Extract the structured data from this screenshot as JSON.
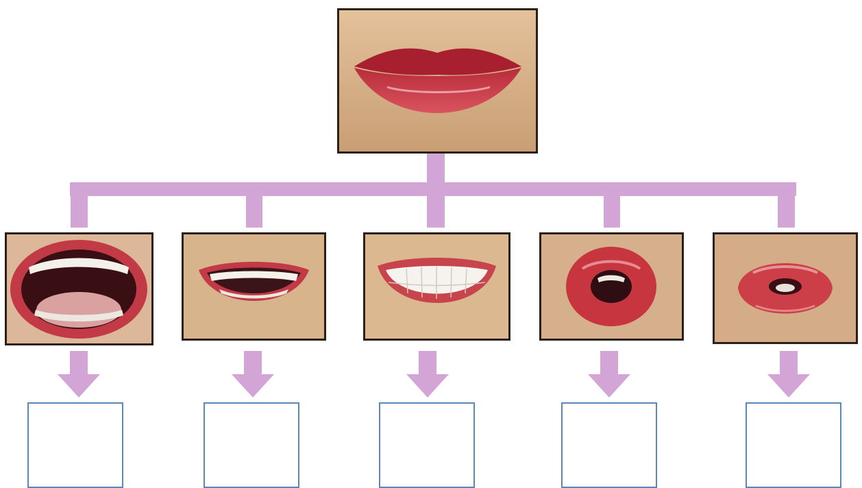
{
  "diagram": {
    "connector_color": "#d3a4d6",
    "frame_color": "#2b1f16",
    "box_border_color": "#5b86b8",
    "skin_color": "#d9b48e",
    "lip_color": "#c23a45",
    "root": {
      "image": "closed-lips-photo"
    },
    "children": [
      {
        "image": "wide-open-mouth-photo",
        "answer": ""
      },
      {
        "image": "open-smile-photo",
        "answer": ""
      },
      {
        "image": "toothy-smile-photo",
        "answer": ""
      },
      {
        "image": "round-o-lips-photo",
        "answer": ""
      },
      {
        "image": "puckered-lips-photo",
        "answer": ""
      }
    ]
  }
}
